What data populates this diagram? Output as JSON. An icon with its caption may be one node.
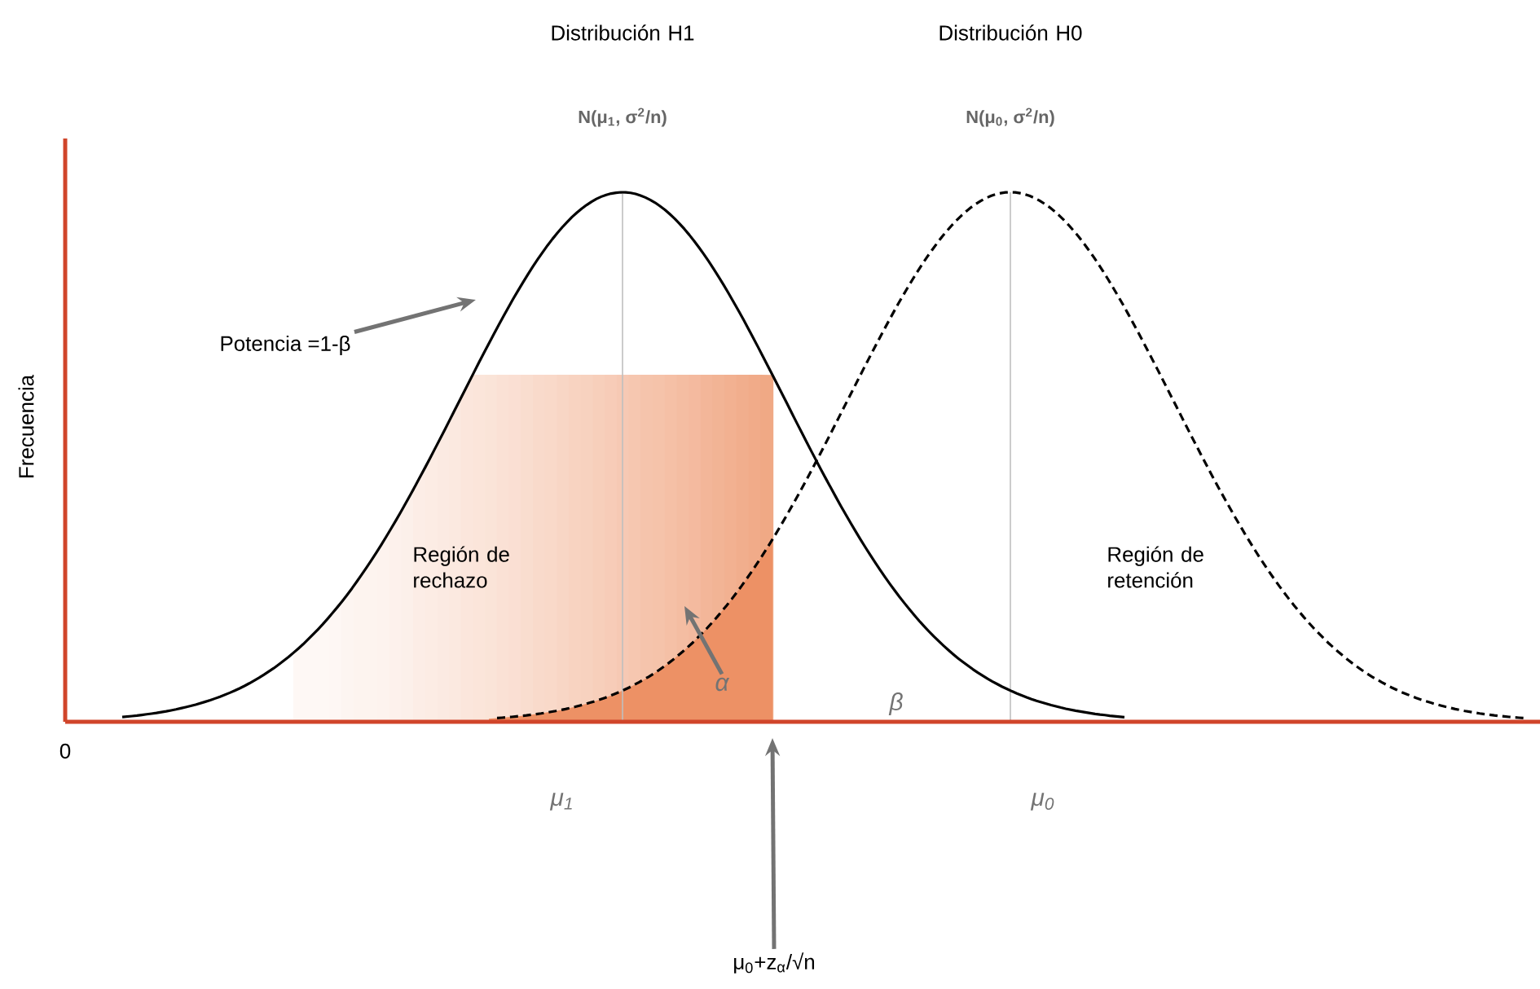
{
  "diagram": {
    "nodes": [
      {
        "text": [
          "Potencia =1-β"
        ]
      },
      {
        "text": [
          "α"
        ]
      },
      {
        "text": [
          "μ$_{0}$+z$_{α}$/√n"
        ]
      }
    ],
    "edges": [
      {
        "from": 0,
        "to": null,
        "arrow": "to"
      },
      {
        "from": 1,
        "to": null,
        "arrow": "to"
      },
      {
        "from": 2,
        "to": 1,
        "arrow": "to"
      }
    ],
    "labels": [
      "Distribución H1",
      "Distribución H0",
      "N(μ$_{1}$, σ$^{2}$/n)",
      "N(μ$_{0}$, σ$^{2}$/n)",
      "Frecuencia",
      "Región de rechazo",
      "Región de retención",
      "β",
      "0",
      "μ$_{1}$",
      "μ$_{0}$"
    ]
  }
}
